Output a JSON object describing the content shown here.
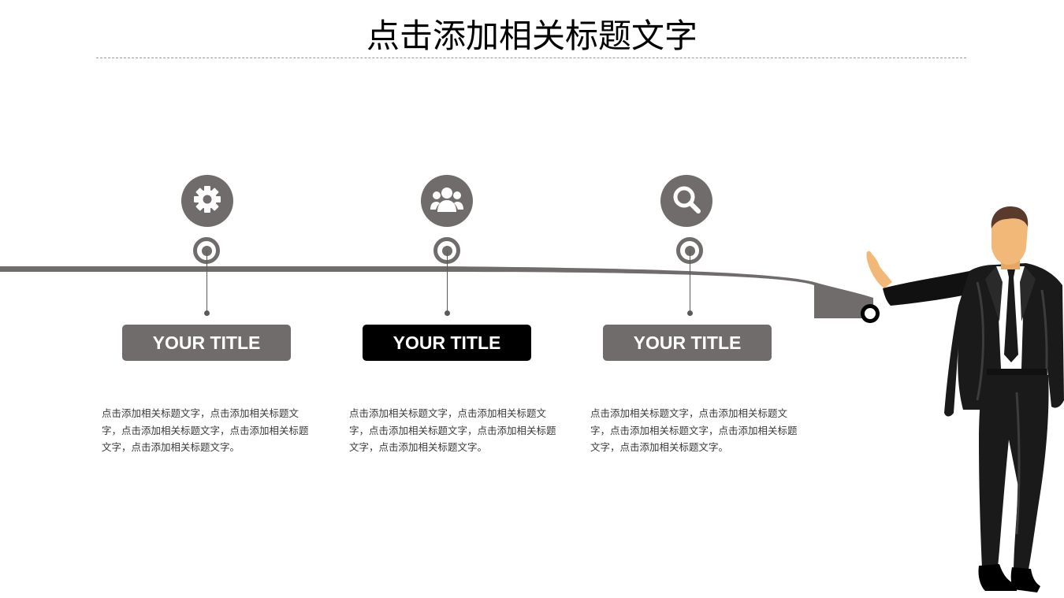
{
  "slide": {
    "title": "点击添加相关标题文字"
  },
  "colors": {
    "gray": "#716c6c",
    "dark": "#000000",
    "text": "#3a3a3a"
  },
  "steps": [
    {
      "icon": "gear-icon",
      "title": "YOUR TITLE",
      "description": "点击添加相关标题文字，点击添加相关标题文字，点击添加相关标题文字，点击添加相关标题文字，点击添加相关标题文字。",
      "badge_color": "#716c6c"
    },
    {
      "icon": "users-icon",
      "title": "YOUR TITLE",
      "description": "点击添加相关标题文字，点击添加相关标题文字，点击添加相关标题文字，点击添加相关标题文字，点击添加相关标题文字。",
      "badge_color": "#000000"
    },
    {
      "icon": "search-icon",
      "title": "YOUR TITLE",
      "description": "点击添加相关标题文字，点击添加相关标题文字，点击添加相关标题文字，点击添加相关标题文字，点击添加相关标题文字。",
      "badge_color": "#716c6c"
    }
  ]
}
